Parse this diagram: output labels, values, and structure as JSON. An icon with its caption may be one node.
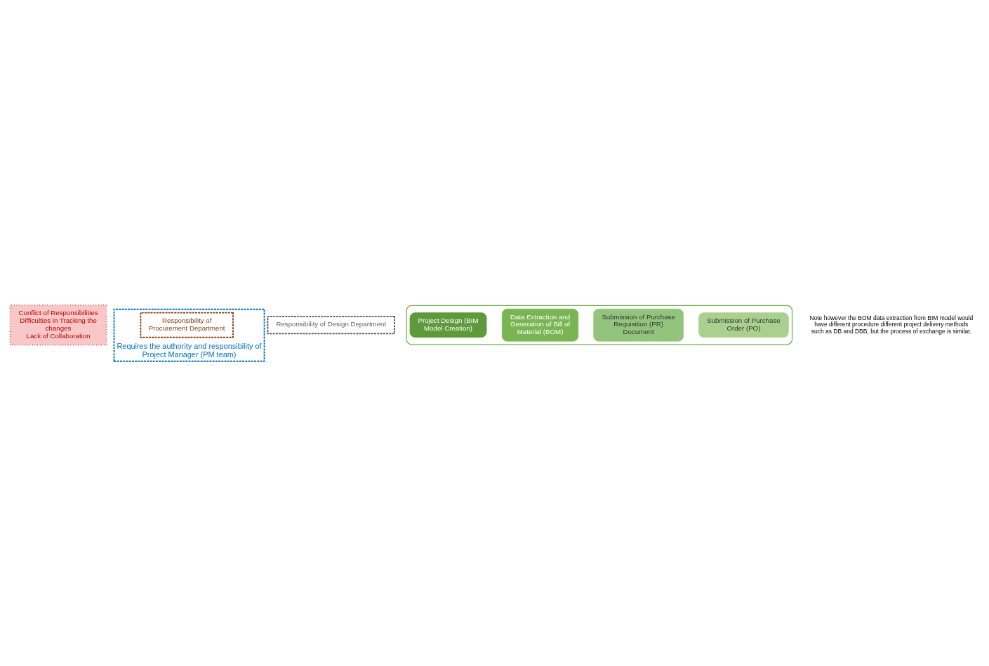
{
  "diagram": {
    "nodes": [
      {
        "text": [
          "Conflict of Responsibilities",
          "Difficulties in Tracking the changes",
          "Lack of Collaboration"
        ]
      },
      {
        "text": [
          "Requires the authority and responsibility of Project Manager (PM team)"
        ]
      },
      {
        "text": [
          "Responsibility of Design Department"
        ]
      },
      {
        "text": [],
        "shape": "arrow"
      },
      {
        "text": [
          "Project Design (BIM Model Creation)"
        ],
        "in": 3
      },
      {
        "text": [
          "Data Extraction and Generation of Bill of Material (BOM)"
        ],
        "in": 3
      },
      {
        "text": [
          "Submission of Purchase Requisition (PR) Document"
        ],
        "in": 3
      },
      {
        "text": [
          "Submission of Purchase Order (PO)"
        ],
        "in": 3
      },
      {
        "text": [
          "Responsibility of Procurement Department"
        ],
        "in": 1
      }
    ],
    "labels": [
      "Note however the BOM data extraction from BIM model would have different procedure different project delivery methods such as DB and DBB, but the process of exchange is similar."
    ]
  }
}
